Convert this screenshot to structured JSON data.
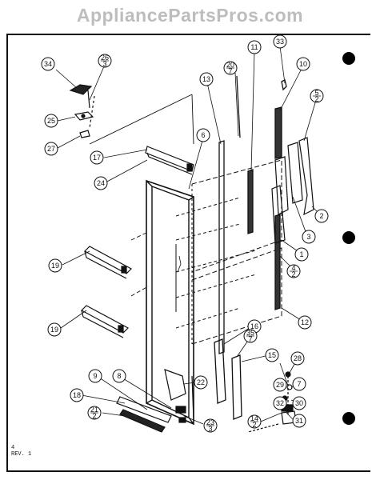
{
  "watermark": "AppliancePartsPros.com",
  "footer": {
    "page_no": "4",
    "revision": "REV. 1"
  },
  "callouts": [
    {
      "id": "c34",
      "label": "34"
    },
    {
      "id": "c26",
      "label": "26",
      "sub": "3"
    },
    {
      "id": "c25",
      "label": "25"
    },
    {
      "id": "c27",
      "label": "27"
    },
    {
      "id": "c17",
      "label": "17"
    },
    {
      "id": "c24",
      "label": "24"
    },
    {
      "id": "c6",
      "label": "6"
    },
    {
      "id": "c13",
      "label": "13"
    },
    {
      "id": "c20",
      "label": "20",
      "sub": "7"
    },
    {
      "id": "c11",
      "label": "11"
    },
    {
      "id": "c33",
      "label": "33"
    },
    {
      "id": "c10",
      "label": "10"
    },
    {
      "id": "c5",
      "label": "5",
      "sub": "2"
    },
    {
      "id": "c2",
      "label": "2"
    },
    {
      "id": "c3",
      "label": "3"
    },
    {
      "id": "c1",
      "label": "1"
    },
    {
      "id": "c4",
      "label": "4",
      "sub": "2"
    },
    {
      "id": "c12",
      "label": "12"
    },
    {
      "id": "c19a",
      "label": "19"
    },
    {
      "id": "c19b",
      "label": "19"
    },
    {
      "id": "c16",
      "label": "16"
    },
    {
      "id": "c35",
      "label": "35",
      "sub": "7"
    },
    {
      "id": "c15",
      "label": "15"
    },
    {
      "id": "c28",
      "label": "28"
    },
    {
      "id": "c29",
      "label": "29"
    },
    {
      "id": "c7",
      "label": "7"
    },
    {
      "id": "c32",
      "label": "32"
    },
    {
      "id": "c30",
      "label": "30"
    },
    {
      "id": "c31",
      "label": "31"
    },
    {
      "id": "c14",
      "label": "14",
      "sub": "2"
    },
    {
      "id": "c9",
      "label": "9"
    },
    {
      "id": "c8",
      "label": "8"
    },
    {
      "id": "c22",
      "label": "22"
    },
    {
      "id": "c23",
      "label": "23",
      "sub": "3"
    },
    {
      "id": "c18",
      "label": "18"
    },
    {
      "id": "c21",
      "label": "21",
      "sub": "2"
    }
  ]
}
